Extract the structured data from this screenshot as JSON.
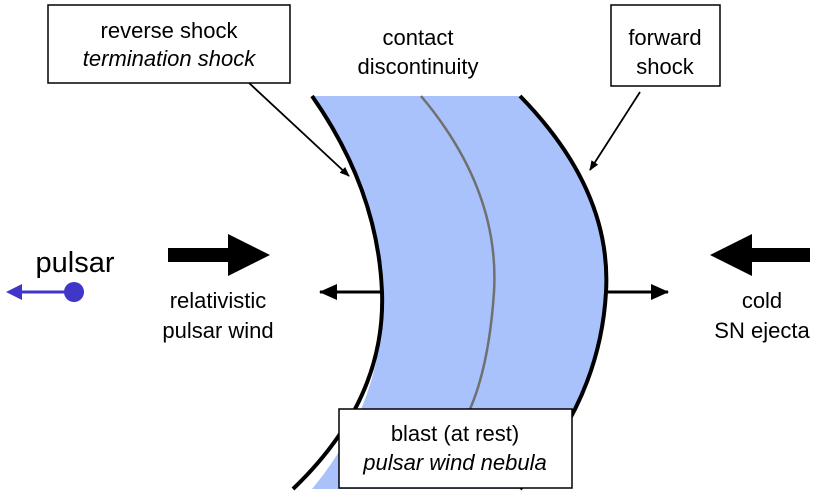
{
  "labels": {
    "reverse_shock": "reverse shock",
    "termination_shock": "termination shock",
    "contact_line1": "contact",
    "contact_line2": "discontinuity",
    "forward_line1": "forward",
    "forward_line2": "shock",
    "pulsar": "pulsar",
    "wind_line1": "relativistic",
    "wind_line2": "pulsar wind",
    "ejecta_line1": "cold",
    "ejecta_line2": "SN ejecta",
    "blast": "blast (at rest)",
    "pwn": "pulsar wind nebula"
  },
  "colors": {
    "shell_fill": "#a9c2fb",
    "contact_line": "#707070",
    "pulsar": "#4036c8",
    "ink": "#000000"
  }
}
